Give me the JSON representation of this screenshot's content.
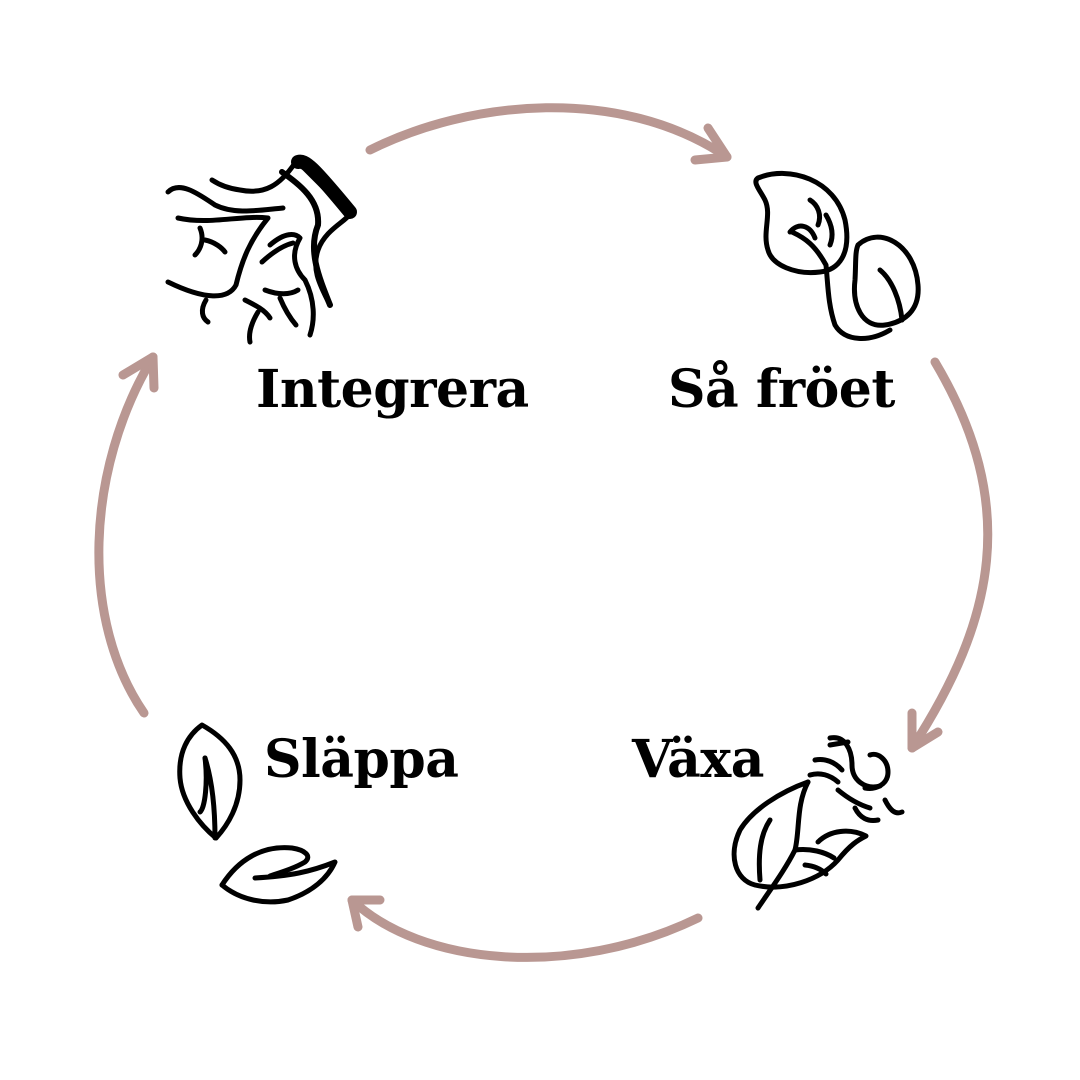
{
  "diagram": {
    "type": "cycle",
    "arrow_color": "#b99792",
    "stages": [
      {
        "id": "integrera",
        "label": "Integrera",
        "icon": "roots-icon"
      },
      {
        "id": "sa-froet",
        "label": "Så fröet",
        "icon": "seed-leaf-icon"
      },
      {
        "id": "vaxa",
        "label": "Växa",
        "icon": "growing-leaves-icon"
      },
      {
        "id": "slappa",
        "label": "Släppa",
        "icon": "falling-leaves-icon"
      }
    ]
  }
}
